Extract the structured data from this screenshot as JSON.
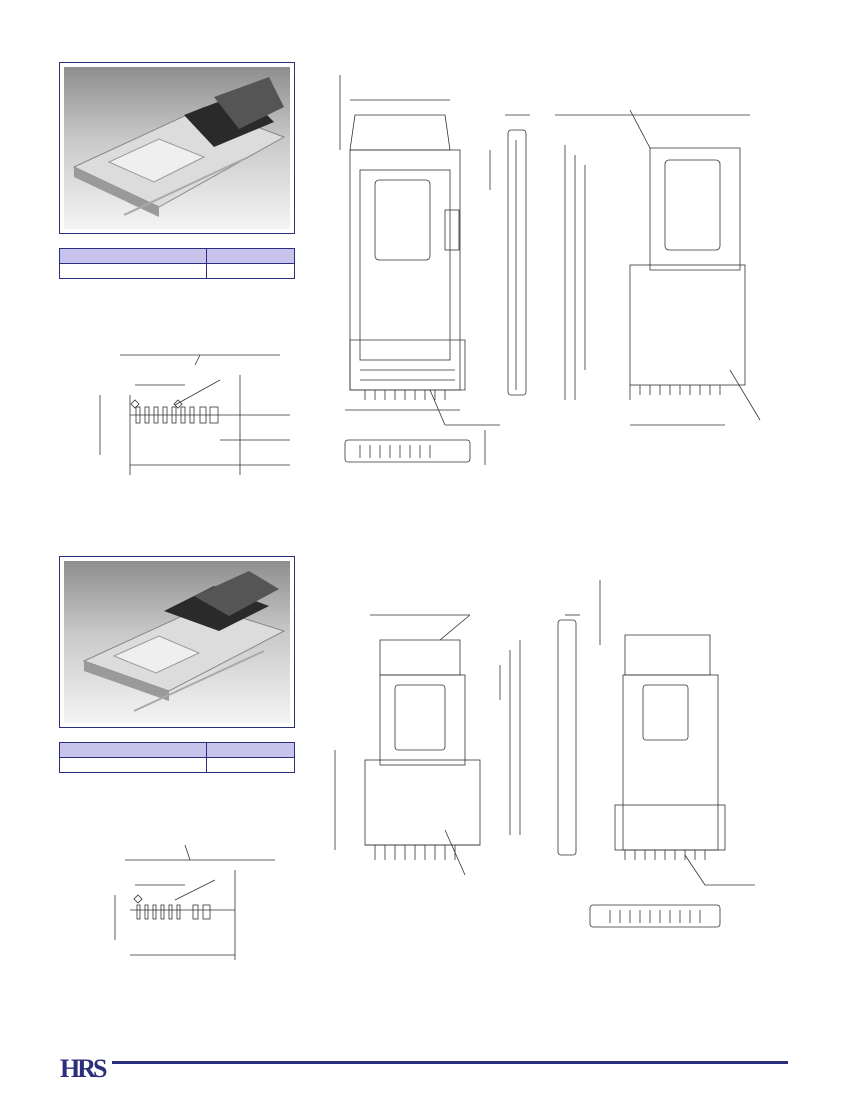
{
  "brand": {
    "logo_text": "HRS",
    "accent_color": "#2b2e7a"
  },
  "section1": {
    "photo": {
      "name": "connector-photo-1"
    },
    "table": {
      "header": [
        "",
        ""
      ],
      "row": [
        "",
        ""
      ]
    }
  },
  "section2": {
    "photo": {
      "name": "connector-photo-2"
    },
    "table": {
      "header": [
        "",
        ""
      ],
      "row": [
        "",
        ""
      ]
    }
  }
}
